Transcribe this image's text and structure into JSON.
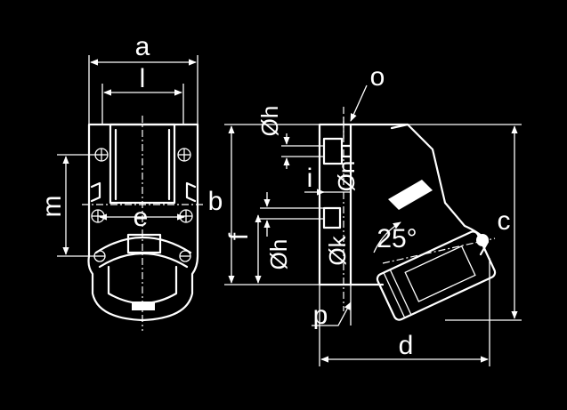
{
  "labels": {
    "a": "a",
    "l": "l",
    "m": "m",
    "e": "e",
    "b": "b",
    "oh_top": "Øh",
    "o": "o",
    "i": "i",
    "on": "Øn",
    "f": "f",
    "oh_bottom": "Øh",
    "ok": "Øk",
    "angle": "25°",
    "c": "c",
    "p": "p",
    "d": "d"
  },
  "colors": {
    "background": "#000000",
    "line": "#ffffff"
  }
}
